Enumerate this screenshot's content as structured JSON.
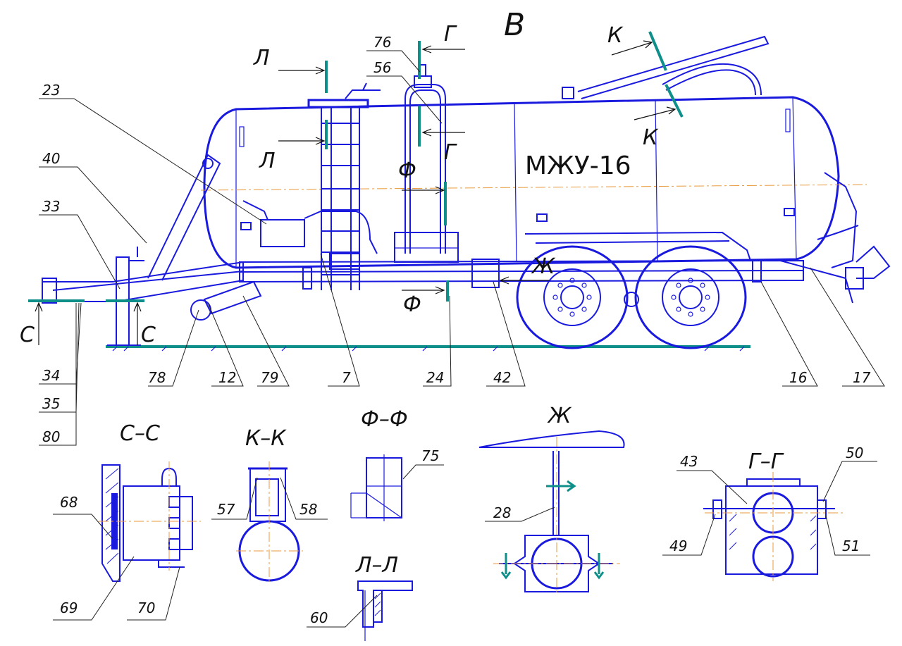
{
  "view_label": "В",
  "model_label": "МЖУ-16",
  "colors": {
    "lines": "#1a1adf",
    "section_marks": "#0f8f8a",
    "axis_lines": "#e89a3c",
    "text": "#111111"
  },
  "section_markers": {
    "L_top": "Л",
    "L_mid": "Л",
    "G_top": "Г",
    "G_mid": "Г",
    "K_top": "К",
    "K_mid": "К",
    "F_mid": "Ф",
    "F_low": "Ф",
    "Zh": "Ж",
    "C_left": "С",
    "C_right": "С"
  },
  "callouts": {
    "c23": "23",
    "c40": "40",
    "c33": "33",
    "c76": "76",
    "c56": "56",
    "c34": "34",
    "c35": "35",
    "c80": "80",
    "c78": "78",
    "c12": "12",
    "c79": "79",
    "c7": "7",
    "c24": "24",
    "c42": "42",
    "c16": "16",
    "c17": "17",
    "c68": "68",
    "c69": "69",
    "c70": "70",
    "c57": "57",
    "c58": "58",
    "c75": "75",
    "c60": "60",
    "c28": "28",
    "c43": "43",
    "c50": "50",
    "c49": "49",
    "c51": "51"
  },
  "sections": {
    "cc": "С–С",
    "kk": "К–К",
    "ff": "Ф–Ф",
    "ll": "Л–Л",
    "zh": "Ж",
    "gg": "Г–Г"
  }
}
